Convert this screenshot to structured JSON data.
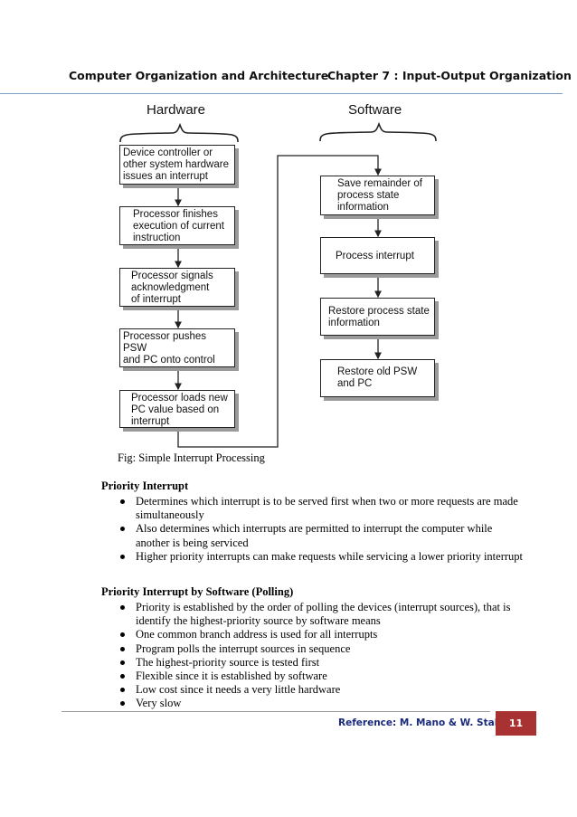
{
  "header": {
    "left": "Computer Organization and Architecture",
    "right": "Chapter 7 : Input-Output Organization"
  },
  "diagram": {
    "hardware_title": "Hardware",
    "software_title": "Software",
    "hardware_boxes": [
      "Device controller or\nother system hardware\nissues an interrupt",
      "Processor finishes\nexecution of current\ninstruction",
      "Processor signals\nacknowledgment\nof interrupt",
      "Processor pushes PSW\nand PC onto control\nstack",
      "Processor loads new\nPC value based on\ninterrupt"
    ],
    "software_boxes": [
      "Save remainder of\nprocess state\ninformation",
      "Process interrupt",
      "Restore process state\ninformation",
      "Restore old PSW\nand PC"
    ],
    "caption": "Fig: Simple Interrupt Processing"
  },
  "priority_interrupt": {
    "heading": "Priority Interrupt",
    "bullets": [
      "Determines which interrupt is to be served first when two or more requests are made simultaneously",
      "Also determines which interrupts are permitted to interrupt the computer while another is being serviced",
      "Higher priority interrupts can make requests while servicing a lower priority interrupt"
    ]
  },
  "polling": {
    "heading": "Priority Interrupt by Software (Polling)",
    "bullets": [
      "Priority is established by the order of polling the devices (interrupt sources), that is identify the highest-priority source by software means",
      "One common branch address is used for all interrupts",
      "Program polls the interrupt sources in sequence",
      "The highest-priority source is tested first",
      "Flexible since it is established by software",
      "Low cost since it needs a very little hardware",
      "Very slow"
    ]
  },
  "footer": {
    "reference": "Reference: M. Mano & W. Stallings |",
    "page": "11"
  }
}
